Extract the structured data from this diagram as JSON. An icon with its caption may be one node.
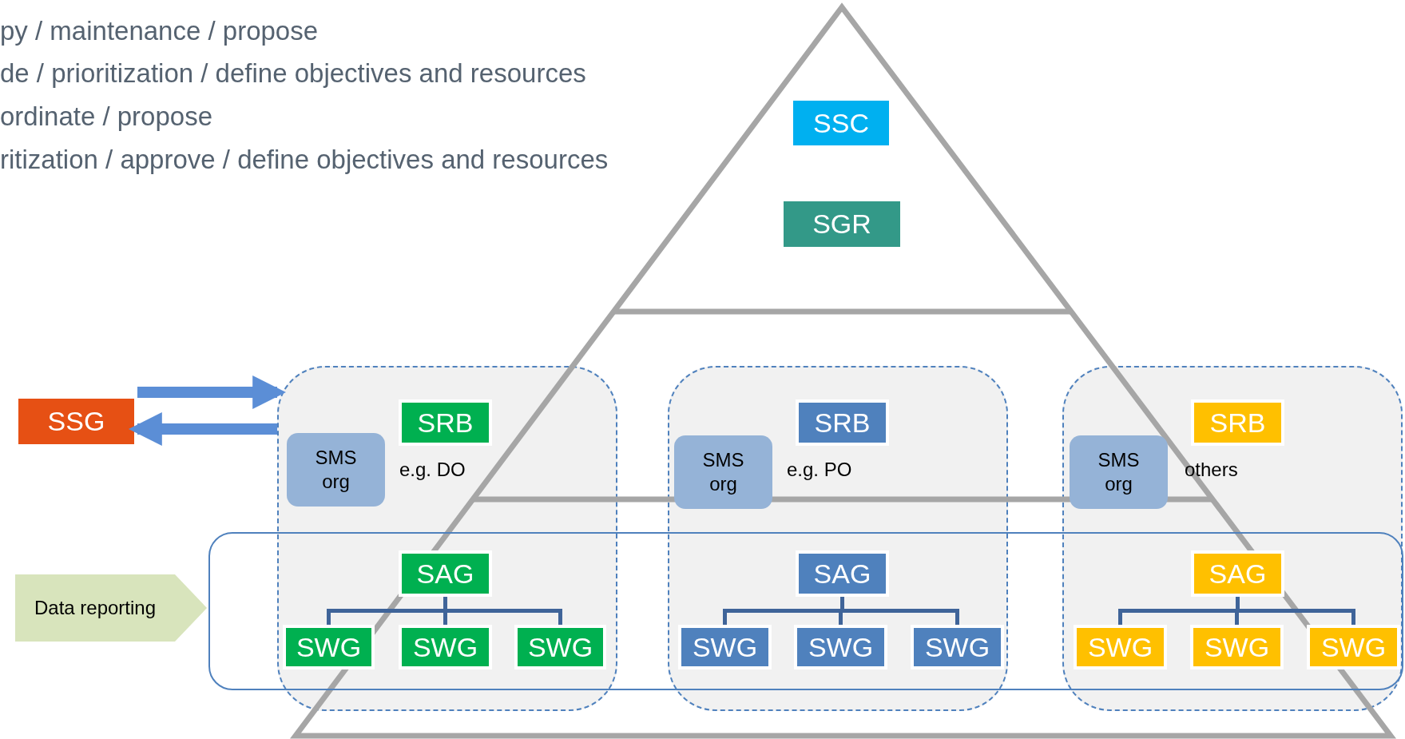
{
  "diagram": {
    "nodes": [
      {
        "text": [
          "SSC"
        ]
      },
      {
        "text": [
          "SGR"
        ]
      },
      {
        "text": [
          "SSG"
        ]
      },
      {
        "text": [],
        "shape": "box"
      },
      {
        "text": [
          "SRB"
        ],
        "in": 3
      },
      {
        "text": [
          "SMS org"
        ],
        "in": 3
      },
      {
        "text": [
          "SAG"
        ],
        "in": 3
      },
      {
        "text": [
          "SWG"
        ],
        "in": 3
      },
      {
        "text": [
          "SWG"
        ],
        "in": 3
      },
      {
        "text": [
          "SWG"
        ],
        "in": 3
      },
      {
        "text": [],
        "shape": "box"
      },
      {
        "text": [
          "SRB"
        ],
        "in": 10
      },
      {
        "text": [
          "SMS org"
        ],
        "in": 10
      },
      {
        "text": [
          "SAG"
        ],
        "in": 10
      },
      {
        "text": [
          "SWG"
        ],
        "in": 10
      },
      {
        "text": [
          "SWG"
        ],
        "in": 10
      },
      {
        "text": [
          "SWG"
        ],
        "in": 10
      },
      {
        "text": [],
        "shape": "box"
      },
      {
        "text": [
          "SRB"
        ],
        "in": 17
      },
      {
        "text": [
          "SMS org"
        ],
        "in": 17
      },
      {
        "text": [
          "SAG"
        ],
        "in": 17
      },
      {
        "text": [
          "SWG"
        ],
        "in": 17
      },
      {
        "text": [
          "SWG"
        ],
        "in": 17
      },
      {
        "text": [
          "SWG"
        ],
        "in": 17
      },
      {
        "text": [
          "Data reporting"
        ]
      }
    ],
    "edges": [
      {
        "from": 2,
        "to": 3,
        "arrow": "to",
        "style": "thick"
      },
      {
        "from": 3,
        "to": 2,
        "arrow": "to",
        "style": "thick"
      },
      {
        "from": 6,
        "to": 7,
        "arrow": "none"
      },
      {
        "from": 6,
        "to": 8,
        "arrow": "none"
      },
      {
        "from": 6,
        "to": 9,
        "arrow": "none"
      },
      {
        "from": 13,
        "to": 14,
        "arrow": "none"
      },
      {
        "from": 13,
        "to": 15,
        "arrow": "none"
      },
      {
        "from": 13,
        "to": 16,
        "arrow": "none"
      },
      {
        "from": 20,
        "to": 21,
        "arrow": "none"
      },
      {
        "from": 20,
        "to": 22,
        "arrow": "none"
      },
      {
        "from": 20,
        "to": 23,
        "arrow": "none"
      }
    ],
    "labels": [
      "py / maintenance / propose",
      "de / prioritization / define objectives and resources",
      "ordinate / propose",
      "ritization / approve / define objectives and resources",
      "e.g. DO",
      "e.g. PO",
      "others"
    ]
  }
}
